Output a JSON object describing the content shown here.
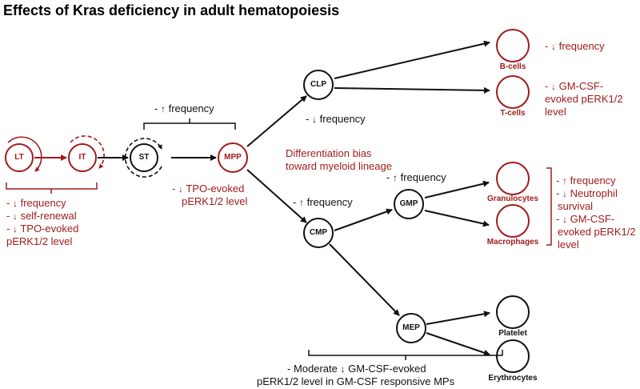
{
  "title": "Effects of Kras deficiency in adult hematopoiesis",
  "arrows": {
    "up": "↑",
    "down": "↓"
  },
  "nodes": {
    "lt": "LT",
    "it": "IT",
    "st": "ST",
    "mpp": "MPP",
    "clp": "CLP",
    "cmp": "CMP",
    "gmp": "GMP",
    "mep": "MEP"
  },
  "cells": {
    "bcells": "B-cells",
    "tcells": "T-cells",
    "granulocytes": "Granulocytes",
    "macrophages": "Macrophages",
    "platelet": "Platelet",
    "erythrocytes": "Erythrocytes"
  },
  "annotations": {
    "st_mpp_freq": "frequency",
    "lt_it": [
      "frequency",
      "self-renewal",
      "TPO-evoked",
      "pERK1/2 level"
    ],
    "mpp": [
      "TPO-evoked",
      "pERK1/2 level"
    ],
    "clp_freq": "frequency",
    "diff_bias": [
      "Differentiation bias",
      "toward myeloid lineage"
    ],
    "cmp_freq": "frequency",
    "gmp_freq": "frequency",
    "bcells_freq": "frequency",
    "tcells": [
      "GM-CSF-",
      "evoked pERK1/2",
      "level"
    ],
    "myeloid": [
      "frequency",
      "Neutrophil",
      "survival",
      "GM-CSF-",
      "evoked pERK1/2",
      "level"
    ],
    "mep_bottom": [
      "- Moderate",
      "GM-CSF-evoked",
      "pERK1/2 level in GM-CSF responsive MPs"
    ]
  },
  "colors": {
    "red": "#a01c1c",
    "black": "#111111"
  }
}
